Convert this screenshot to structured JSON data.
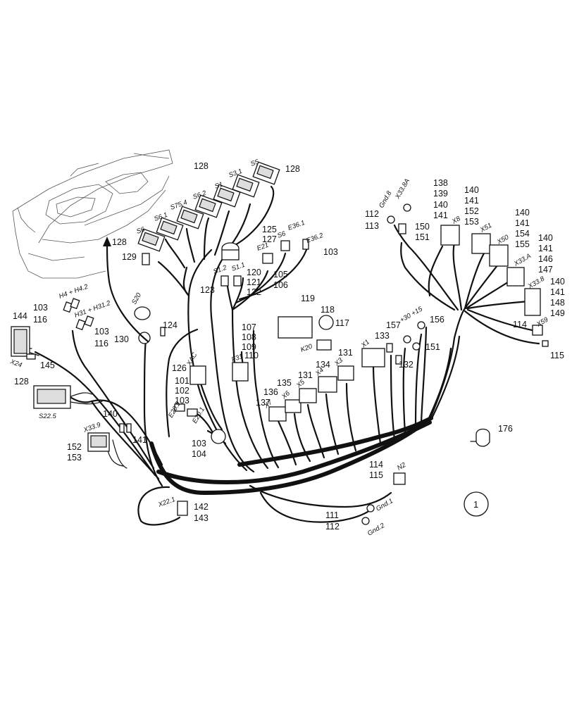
{
  "callout": "1",
  "numbers": {
    "n128a": "128",
    "n128b": "128",
    "n128c": "128",
    "n128d": "128",
    "n129": "129",
    "n130": "130",
    "n124": "124",
    "n103_116_a": "103",
    "n116a": "116",
    "n103b": "103",
    "n116b": "116",
    "n144": "144",
    "n145": "145",
    "n123": "123",
    "n120": "120",
    "n121": "121",
    "n122": "122",
    "n125": "125",
    "n127": "127",
    "n103c": "103",
    "n105": "105",
    "n106": "106",
    "n119": "119",
    "n118": "118",
    "n117": "117",
    "n107": "107",
    "n108": "108",
    "n109": "109",
    "n110": "110",
    "n126": "126",
    "n101": "101",
    "n102": "102",
    "n103d": "103",
    "n103e": "103",
    "n104": "104",
    "n140a": "140",
    "n141a": "141",
    "n152a": "152",
    "n153a": "153",
    "n142": "142",
    "n143": "143",
    "n137": "137",
    "n136": "136",
    "n135": "135",
    "n131a": "131",
    "n134": "134",
    "n131b": "131",
    "n133": "133",
    "n157": "157",
    "n156": "156",
    "n151a": "151",
    "n132": "132",
    "n112a": "112",
    "n113": "113",
    "n150": "150",
    "n151b": "151",
    "n138": "138",
    "n139": "139",
    "n140b": "140",
    "n141b": "141",
    "n140c": "140",
    "n141c": "141",
    "n152b": "152",
    "n153b": "153",
    "n140d": "140",
    "n141d": "141",
    "n154": "154",
    "n155": "155",
    "n140e": "140",
    "n141e": "141",
    "n146": "146",
    "n147": "147",
    "n140f": "140",
    "n141f": "141",
    "n148": "148",
    "n149": "149",
    "n114a": "114",
    "n115a": "115",
    "n176": "176",
    "n114b": "114",
    "n115b": "115",
    "n111": "111",
    "n112b": "112"
  },
  "tags": {
    "S5": "S5",
    "S31": "S3.1",
    "S1": "S1",
    "S62": "S6.2",
    "S754": "S75.4",
    "S61": "S6.1",
    "S6": "S6",
    "S12": "S1.2",
    "S11": "S1.1",
    "S6b": "S6",
    "E361": "E36.1",
    "E362": "E36.2",
    "E21": "E21",
    "H4H42": "H4 + H4.2",
    "H31H312": "H31 + H31.2",
    "S20": "S20",
    "X24": "X24",
    "S225": "S22.5",
    "XAC": "XAC",
    "E202": "E20.2",
    "E201": "E20.1",
    "F31": "F31",
    "K20": "K20",
    "X339": "X33.9",
    "X221": "X22.1",
    "X7": "X7",
    "X6": "X6",
    "X5": "X5",
    "X4": "X4",
    "X3": "X3",
    "X1": "X1",
    "p30p15": "+30 +15",
    "Gnd8": "Gnd.8",
    "X338A": "X33.8A",
    "X8": "X8",
    "X51": "X51",
    "X50": "X50",
    "X33A": "X33.A",
    "X338": "X33.8",
    "X59": "X59",
    "N2": "N2",
    "Gnd1": "Gnd.1",
    "Gnd2": "Gnd.2"
  }
}
